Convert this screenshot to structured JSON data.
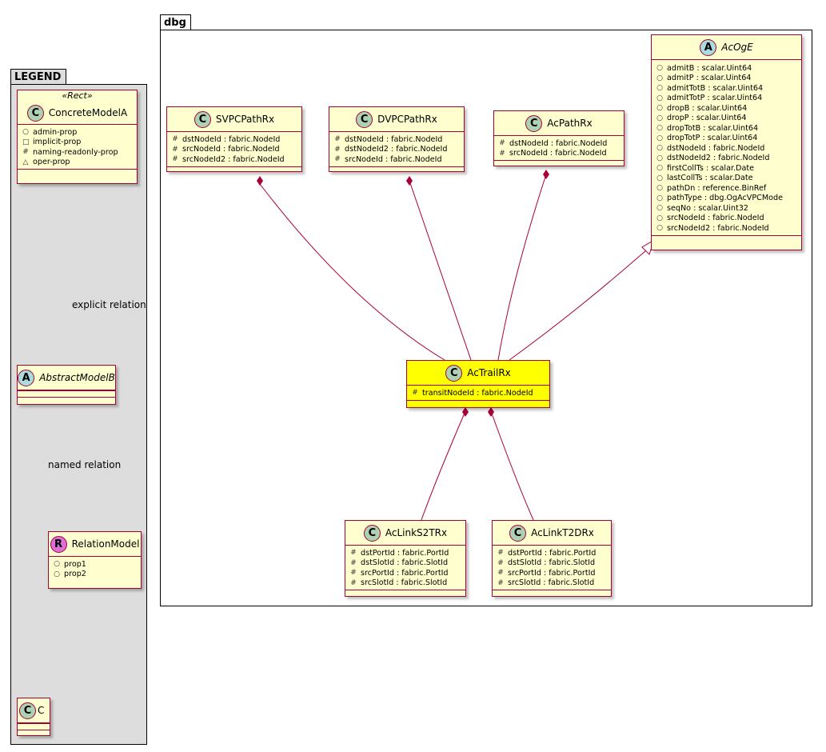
{
  "legend": {
    "package_name": "LEGEND",
    "stereotype": "«Rect»",
    "concrete_model": {
      "name": "ConcreteModelA",
      "kind": "C",
      "attrs": [
        {
          "vis": "○",
          "text": "admin-prop"
        },
        {
          "vis": "□",
          "text": "implicit-prop"
        },
        {
          "vis": "#",
          "text": "naming-readonly-prop"
        },
        {
          "vis": "△",
          "text": "oper-prop"
        }
      ]
    },
    "abstract_model": {
      "name": "AbstractModelB",
      "kind": "A"
    },
    "relation_model": {
      "name": "RelationModel",
      "kind": "R",
      "attrs": [
        {
          "vis": "○",
          "text": "prop1"
        },
        {
          "vis": "○",
          "text": "prop2"
        }
      ]
    },
    "c_model": {
      "name": "C",
      "kind": "C"
    },
    "explicit_relation_label": "explicit relation",
    "named_relation_label": "named relation"
  },
  "dbg": {
    "package_name": "dbg",
    "svpc": {
      "name": "SVPCPathRx",
      "kind": "C",
      "attrs": [
        {
          "vis": "#",
          "text": "dstNodeId : fabric.NodeId"
        },
        {
          "vis": "#",
          "text": "srcNodeId : fabric.NodeId"
        },
        {
          "vis": "#",
          "text": "srcNodeId2 : fabric.NodeId"
        }
      ]
    },
    "dvpc": {
      "name": "DVPCPathRx",
      "kind": "C",
      "attrs": [
        {
          "vis": "#",
          "text": "dstNodeId : fabric.NodeId"
        },
        {
          "vis": "#",
          "text": "dstNodeId2 : fabric.NodeId"
        },
        {
          "vis": "#",
          "text": "srcNodeId : fabric.NodeId"
        }
      ]
    },
    "acpath": {
      "name": "AcPathRx",
      "kind": "C",
      "attrs": [
        {
          "vis": "#",
          "text": "dstNodeId : fabric.NodeId"
        },
        {
          "vis": "#",
          "text": "srcNodeId : fabric.NodeId"
        }
      ]
    },
    "acoge": {
      "name": "AcOgE",
      "kind": "A",
      "attrs": [
        {
          "vis": "○",
          "text": "admitB : scalar.Uint64"
        },
        {
          "vis": "○",
          "text": "admitP : scalar.Uint64"
        },
        {
          "vis": "○",
          "text": "admitTotB : scalar.Uint64"
        },
        {
          "vis": "○",
          "text": "admitTotP : scalar.Uint64"
        },
        {
          "vis": "○",
          "text": "dropB : scalar.Uint64"
        },
        {
          "vis": "○",
          "text": "dropP : scalar.Uint64"
        },
        {
          "vis": "○",
          "text": "dropTotB : scalar.Uint64"
        },
        {
          "vis": "○",
          "text": "dropTotP : scalar.Uint64"
        },
        {
          "vis": "○",
          "text": "dstNodeId : fabric.NodeId"
        },
        {
          "vis": "○",
          "text": "dstNodeId2 : fabric.NodeId"
        },
        {
          "vis": "○",
          "text": "firstCollTs : scalar.Date"
        },
        {
          "vis": "○",
          "text": "lastCollTs : scalar.Date"
        },
        {
          "vis": "○",
          "text": "pathDn : reference.BinRef"
        },
        {
          "vis": "○",
          "text": "pathType : dbg.OgAcVPCMode"
        },
        {
          "vis": "○",
          "text": "seqNo : scalar.Uint32"
        },
        {
          "vis": "○",
          "text": "srcNodeId : fabric.NodeId"
        },
        {
          "vis": "○",
          "text": "srcNodeId2 : fabric.NodeId"
        }
      ]
    },
    "actrail": {
      "name": "AcTrailRx",
      "kind": "C",
      "attrs": [
        {
          "vis": "#",
          "text": "transitNodeId : fabric.NodeId"
        }
      ]
    },
    "s2t": {
      "name": "AcLinkS2TRx",
      "kind": "C",
      "attrs": [
        {
          "vis": "#",
          "text": "dstPortId : fabric.PortId"
        },
        {
          "vis": "#",
          "text": "dstSlotId : fabric.SlotId"
        },
        {
          "vis": "#",
          "text": "srcPortId : fabric.PortId"
        },
        {
          "vis": "#",
          "text": "srcSlotId : fabric.SlotId"
        }
      ]
    },
    "t2d": {
      "name": "AcLinkT2DRx",
      "kind": "C",
      "attrs": [
        {
          "vis": "#",
          "text": "dstPortId : fabric.PortId"
        },
        {
          "vis": "#",
          "text": "dstSlotId : fabric.SlotId"
        },
        {
          "vis": "#",
          "text": "srcPortId : fabric.PortId"
        },
        {
          "vis": "#",
          "text": "srcSlotId : fabric.SlotId"
        }
      ]
    }
  },
  "colors": {
    "class_fill": "#FEFECE",
    "class_border": "#A80036",
    "highlight_fill": "#FFFF00",
    "legend_fill": "#DDDDDD",
    "circle_class": "#ADD1B2",
    "circle_abstract": "#A9DCDF",
    "circle_relation": "#DA70D6"
  }
}
